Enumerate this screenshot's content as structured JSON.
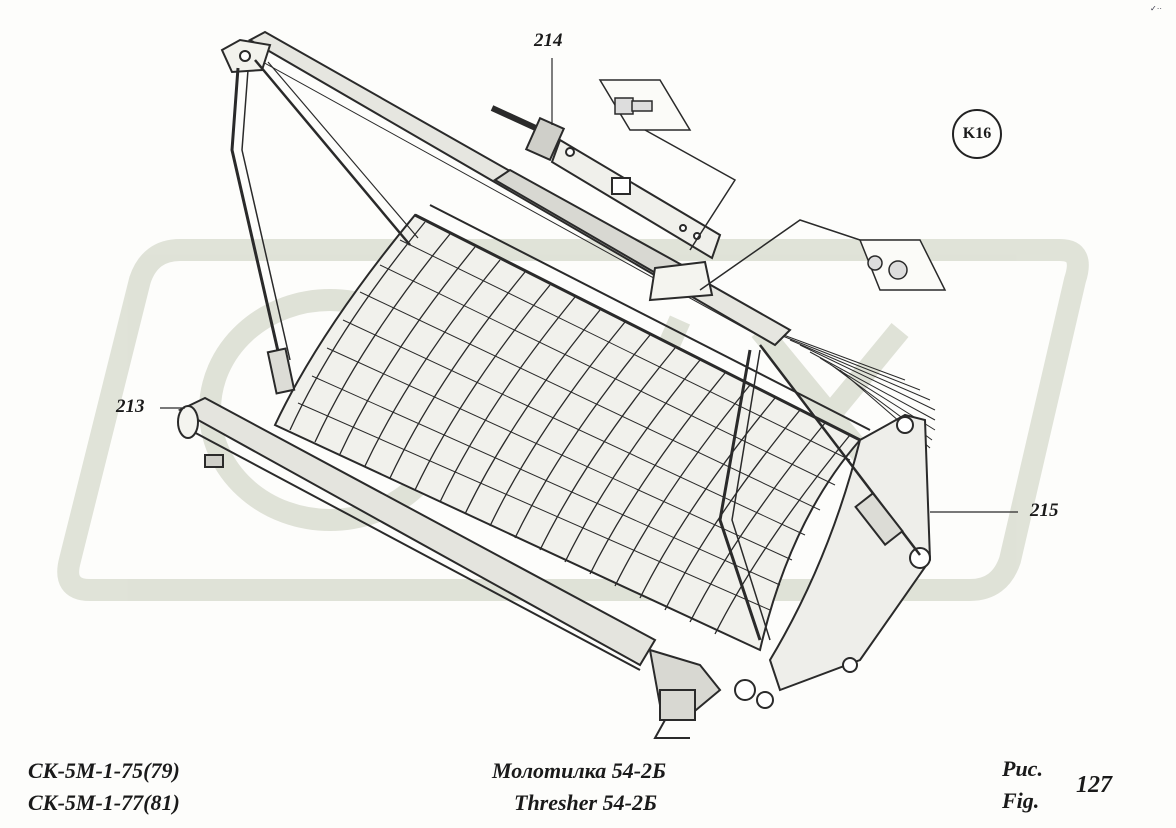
{
  "callouts": {
    "part_213": "213",
    "part_214": "214",
    "part_215": "215"
  },
  "badge": "K16",
  "caption": {
    "model_line_1": "СК-5М-1-75(79)",
    "model_line_2": "СК-5М-1-77(81)",
    "title_ru": "Молотилка  54-2Б",
    "title_en": "Thresher  54-2Б",
    "fig_ru": "Рис.",
    "fig_en": "Fig.",
    "fig_number": "127"
  },
  "corner_mark": "✓··",
  "colors": {
    "line": "#2a2a2a",
    "watermark": "#d9dccf",
    "shade": "#9a9a9a"
  }
}
